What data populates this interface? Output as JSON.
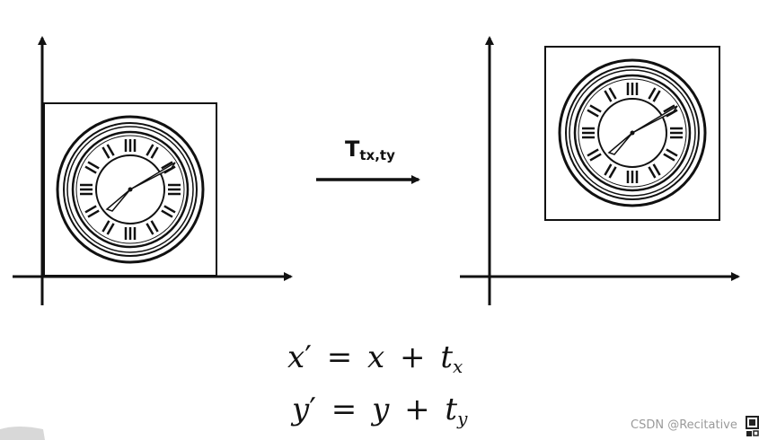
{
  "transform_label": {
    "symbol": "T",
    "subscript": "tx,ty"
  },
  "equations": [
    {
      "lhs_var": "x",
      "prime": "′",
      "op_eq": "=",
      "rhs_var": "x",
      "op_plus": "+",
      "t": "t",
      "sub": "x"
    },
    {
      "lhs_var": "y",
      "prime": "′",
      "op_eq": "=",
      "rhs_var": "y",
      "op_plus": "+",
      "t": "t",
      "sub": "y"
    }
  ],
  "watermark": "CSDN @Recitative",
  "icons": [
    "clock-icon",
    "arrow-right-icon",
    "qr-icon"
  ],
  "colors": {
    "ink": "#111111",
    "watermark": "#9a9a9a"
  }
}
